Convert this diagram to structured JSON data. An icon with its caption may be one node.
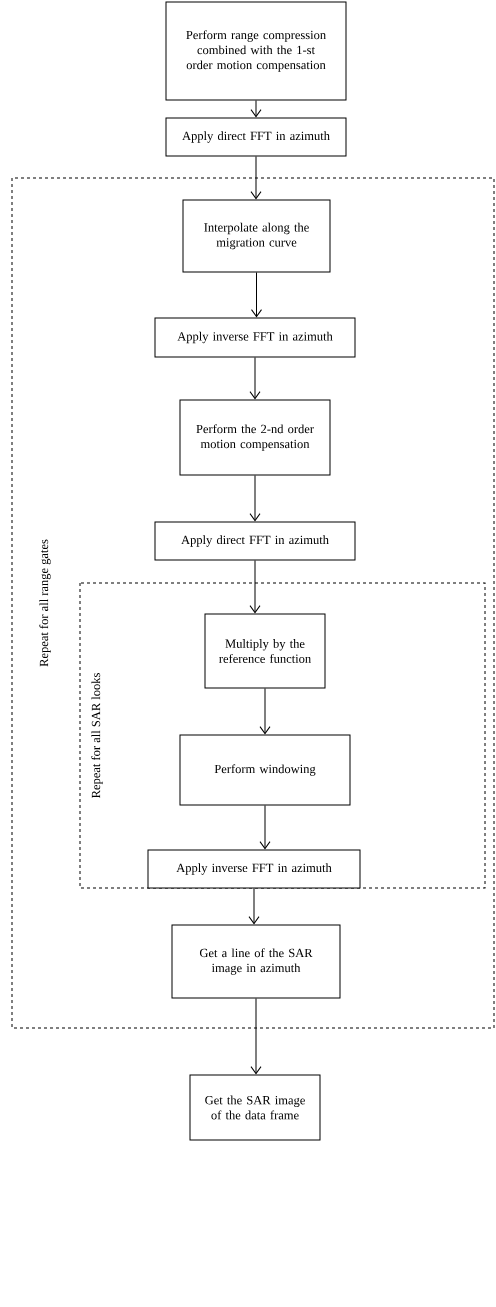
{
  "diagram": {
    "nodes": [
      {
        "text": [
          "Perform range compression combined with the 1-st order motion compensation"
        ]
      },
      {
        "text": [
          "Apply direct FFT in azimuth"
        ]
      },
      {
        "text": [
          "Repeat for all range gates"
        ]
      },
      {
        "text": [
          "Interpolate along the migration curve"
        ],
        "in": 2
      },
      {
        "text": [
          "Apply inverse FFT in azimuth"
        ],
        "in": 2
      },
      {
        "text": [
          "Perform the 2-nd order motion compensation"
        ],
        "in": 2
      },
      {
        "text": [
          "Apply direct FFT in azimuth"
        ],
        "in": 2
      },
      {
        "text": [
          "Repeat for all SAR looks"
        ],
        "in": 2
      },
      {
        "text": [
          "Multiply by the reference function"
        ],
        "in": 7
      },
      {
        "text": [
          "Perform windowing"
        ],
        "in": 7
      },
      {
        "text": [
          "Apply inverse FFT in azimuth"
        ],
        "in": 7
      },
      {
        "text": [
          "Get a line of the SAR image in azimuth"
        ],
        "in": 2
      },
      {
        "text": [
          "Get the SAR image of the data frame"
        ]
      }
    ],
    "edges": [
      {
        "from": 0,
        "to": 1,
        "arrow": "to"
      },
      {
        "from": 1,
        "to": 3,
        "arrow": "to"
      },
      {
        "from": 3,
        "to": 4,
        "arrow": "to"
      },
      {
        "from": 4,
        "to": 5,
        "arrow": "to"
      },
      {
        "from": 5,
        "to": 6,
        "arrow": "to"
      },
      {
        "from": 6,
        "to": 8,
        "arrow": "to"
      },
      {
        "from": 8,
        "to": 9,
        "arrow": "to"
      },
      {
        "from": 9,
        "to": 10,
        "arrow": "to"
      },
      {
        "from": 10,
        "to": 11,
        "arrow": "to"
      },
      {
        "from": 11,
        "to": 12,
        "arrow": "to"
      }
    ]
  }
}
